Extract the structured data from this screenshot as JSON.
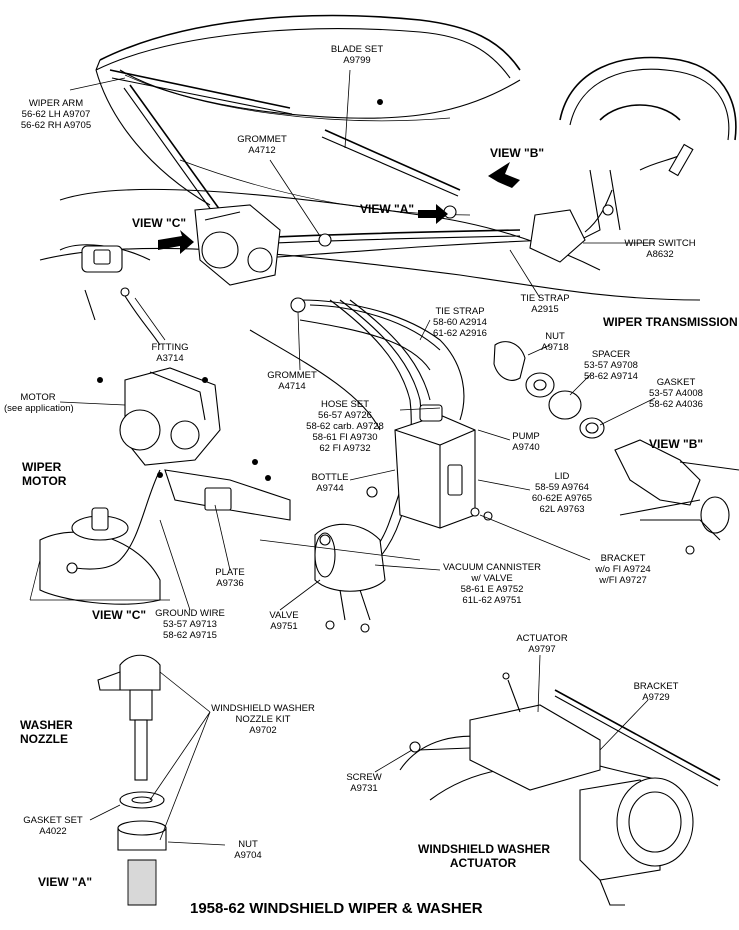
{
  "title": "1958-62 WINDSHIELD WIPER & WASHER",
  "headings": {
    "view_b_top": "VIEW \"B\"",
    "view_c_top": "VIEW \"C\"",
    "view_a_top": "VIEW \"A\"",
    "wiper_transmission": "WIPER TRANSMISSION",
    "wiper_motor": [
      "WIPER",
      "MOTOR"
    ],
    "view_b_side": "VIEW \"B\"",
    "view_c_bottom": "VIEW \"C\"",
    "washer_nozzle": [
      "WASHER",
      "NOZZLE"
    ],
    "view_a_bottom": "VIEW \"A\"",
    "washer_actuator": [
      "WINDSHIELD WASHER",
      "ACTUATOR"
    ]
  },
  "parts": {
    "blade_set": [
      "BLADE SET",
      "A9799"
    ],
    "wiper_arm": [
      "WIPER ARM",
      "56-62 LH  A9707",
      "56-62 RH  A9705"
    ],
    "grommet_top": [
      "GROMMET",
      "A4712"
    ],
    "wiper_switch": [
      "WIPER SWITCH",
      "A8632"
    ],
    "tie_strap_right": [
      "TIE STRAP",
      "A2915"
    ],
    "fitting": [
      "FITTING",
      "A3714"
    ],
    "tie_strap_mid": [
      "TIE STRAP",
      "58-60  A2914",
      "61-62  A2916"
    ],
    "grommet_mid": [
      "GROMMET",
      "A4714"
    ],
    "nut_trans": [
      "NUT",
      "A9718"
    ],
    "spacer": [
      "SPACER",
      "53-57  A9708",
      "58-62  A9714"
    ],
    "gasket": [
      "GASKET",
      "53-57  A4008",
      "58-62  A4036"
    ],
    "motor": [
      "MOTOR",
      "(see application)"
    ],
    "hose_set": [
      "HOSE SET",
      "56-57  A9726",
      "58-62 carb.  A9728",
      "58-61  FI  A9730",
      "62  FI  A9732"
    ],
    "pump": [
      "PUMP",
      "A9740"
    ],
    "bottle": [
      "BOTTLE",
      "A9744"
    ],
    "lid": [
      "LID",
      "58-59  A9764",
      "60-62E  A9765",
      "62L  A9763"
    ],
    "bracket_fi": [
      "BRACKET",
      "w/o FI  A9724",
      "w/FI  A9727"
    ],
    "plate": [
      "PLATE",
      "A9736"
    ],
    "vacuum_cannister": [
      "VACUUM CANNISTER",
      "w/ VALVE",
      "58-61 E  A9752",
      "61L-62  A9751"
    ],
    "ground_wire": [
      "GROUND WIRE",
      "53-57  A9713",
      "58-62  A9715"
    ],
    "valve": [
      "VALVE",
      "A9751"
    ],
    "actuator": [
      "ACTUATOR",
      "A9797"
    ],
    "bracket_act": [
      "BRACKET",
      "A9729"
    ],
    "nozzle_kit": [
      "WINDSHIELD WASHER",
      "NOZZLE KIT",
      "A9702"
    ],
    "screw": [
      "SCREW",
      "A9731"
    ],
    "gasket_set": [
      "GASKET SET",
      "A4022"
    ],
    "nut_nozzle": [
      "NUT",
      "A9704"
    ]
  }
}
